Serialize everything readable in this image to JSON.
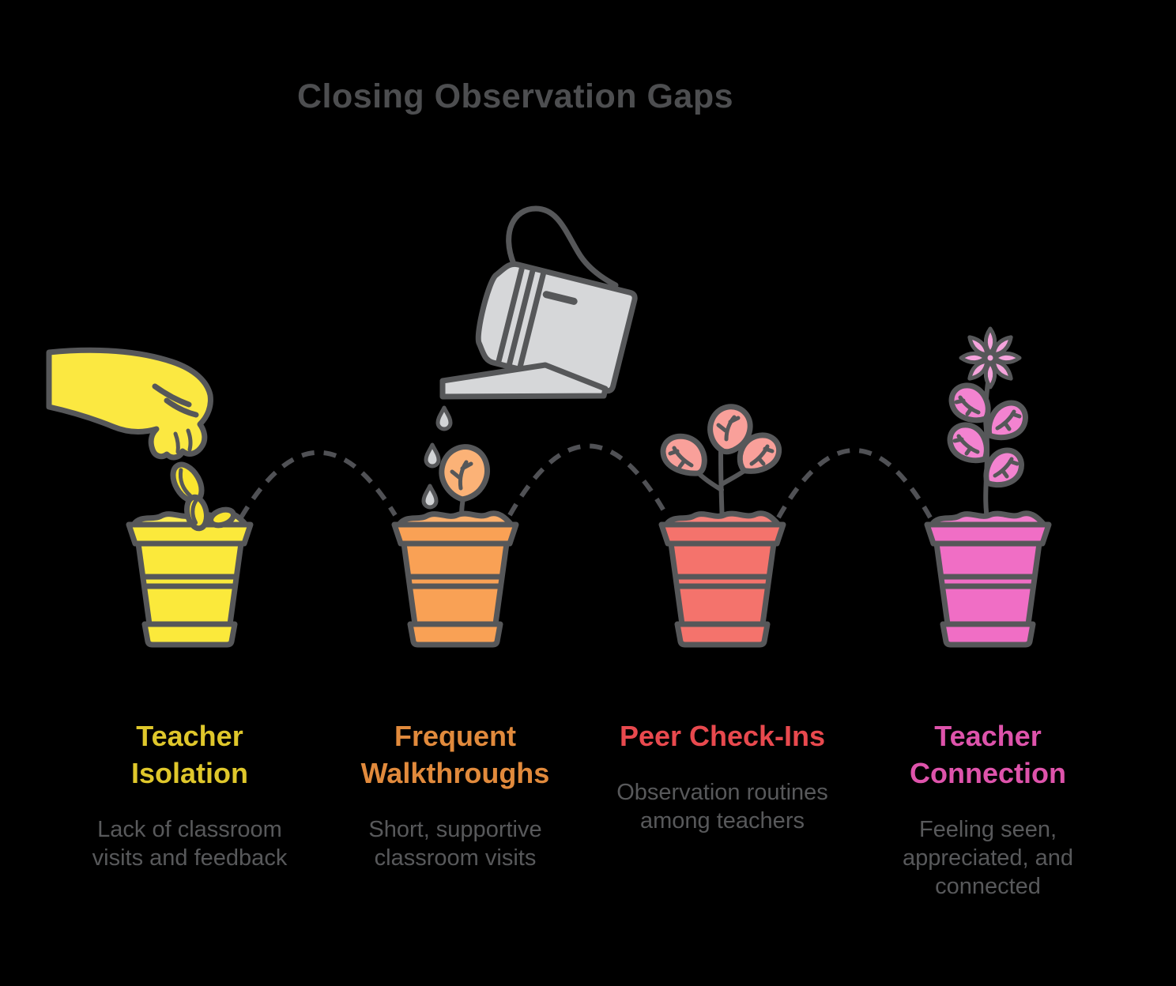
{
  "title": {
    "text": "Closing Observation Gaps",
    "color": "#4D4E50"
  },
  "steps": [
    {
      "id": "teacher-isolation",
      "title": "Teacher\nIsolation",
      "title_color": "#DFC72B",
      "description": "Lack of classroom\nvisits and feedback",
      "icon": "hand-dropping-seed-icon",
      "pot_color": "#FBE93B",
      "soil_color": "#FCEC52",
      "seed_color": "#FAE52F"
    },
    {
      "id": "frequent-walkthroughs",
      "title": "Frequent\nWalkthroughs",
      "title_color": "#E18A3C",
      "description": "Short, supportive\nclassroom visits",
      "icon": "watering-can-icon",
      "pot_color": "#F9A155",
      "soil_color": "#FAAE6B",
      "leaf_color": "#FBB277"
    },
    {
      "id": "peer-check-ins",
      "title": "Peer Check-Ins",
      "title_color": "#E8494E",
      "description": "Observation routines\namong teachers",
      "icon": "seedling-plant-icon",
      "pot_color": "#F4736C",
      "soil_color": "#F5817A",
      "leaf_color": "#F9A09A"
    },
    {
      "id": "teacher-connection",
      "title": "Teacher\nConnection",
      "title_color": "#DE53AB",
      "description": "Feeling seen,\nappreciated, and\nconnected",
      "icon": "flowering-plant-icon",
      "pot_color": "#F06EC5",
      "soil_color": "#F17CCB",
      "leaf_color": "#F383D0",
      "petal_color": "#F6A3DC"
    }
  ],
  "colors": {
    "background": "#000000",
    "outline": "#565759",
    "dashed_arc": "#505155",
    "watering_can": "#D6D7D9",
    "water_drop": "#D2D4D6",
    "hand": "#FBE841",
    "text_secondary": "#58595B"
  }
}
